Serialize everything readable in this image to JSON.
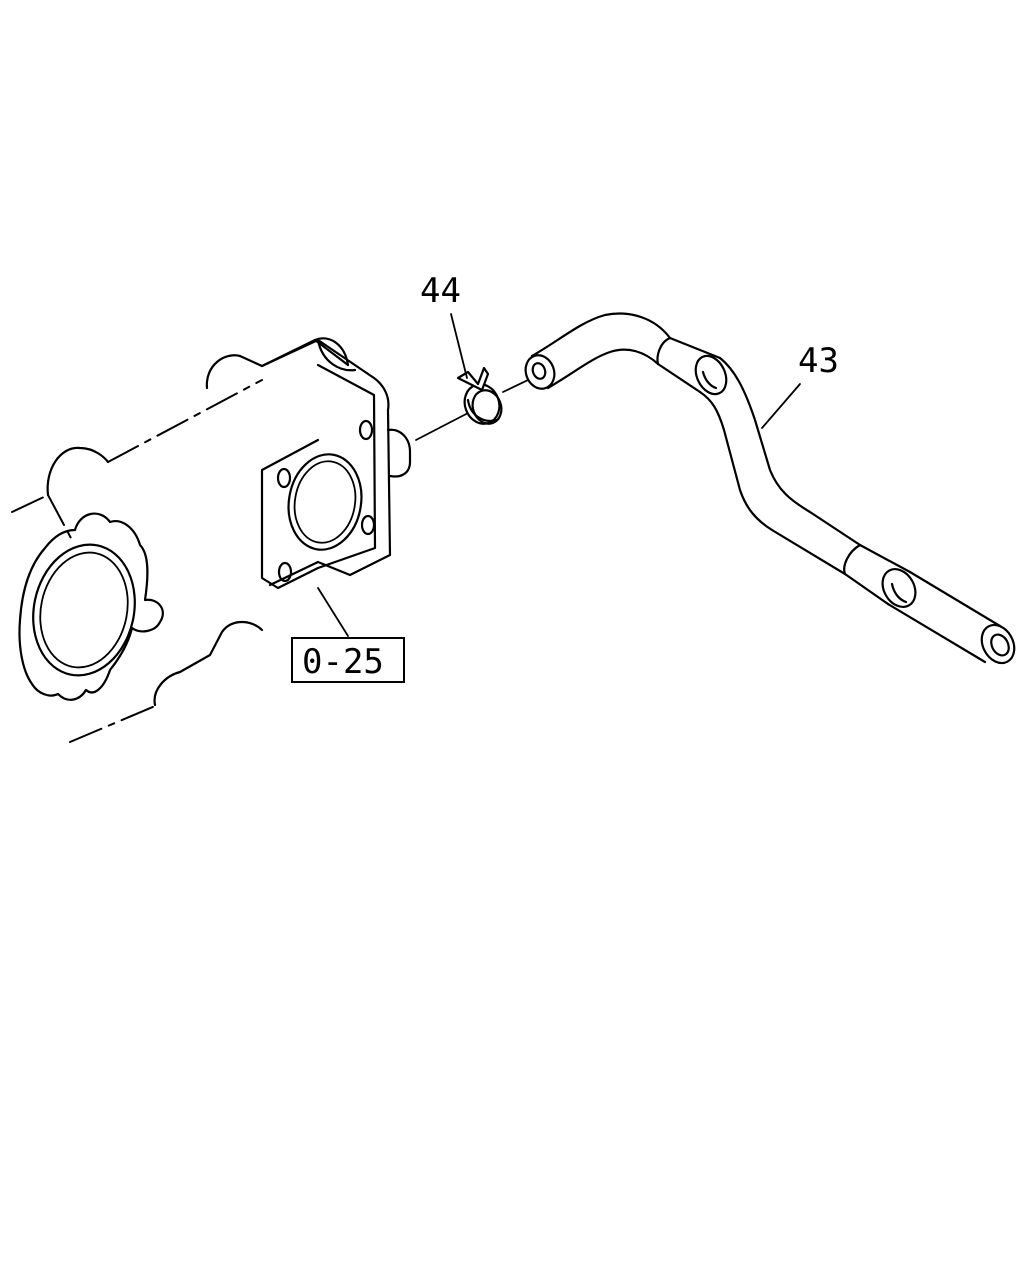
{
  "callouts": {
    "clamp": "44",
    "hose": "43",
    "reference": "0-25"
  }
}
